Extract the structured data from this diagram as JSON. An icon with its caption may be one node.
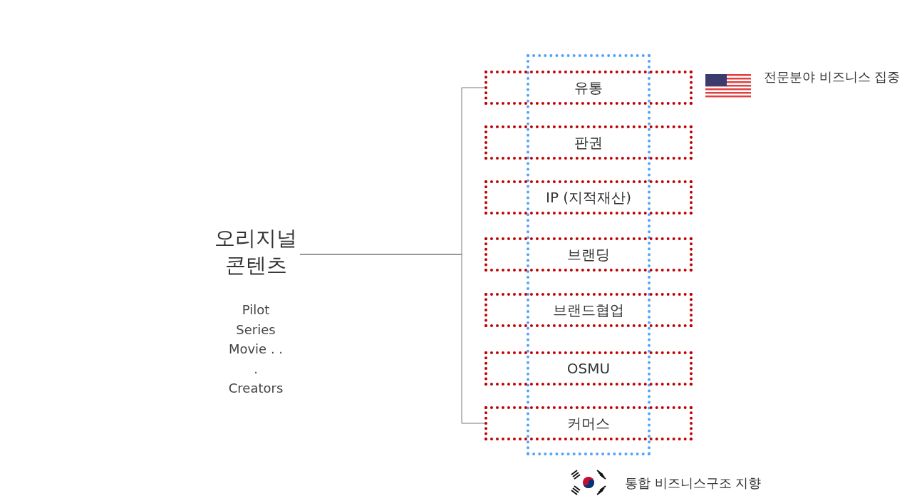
{
  "diagram": {
    "nodes": [
      {
        "text": [
          "오리지널 콘텐츠",
          "Pilot Series Movie . . . Creators"
        ]
      },
      {
        "text": [],
        "shape": "box"
      },
      {
        "text": [
          "유통"
        ]
      },
      {
        "text": [
          "판권"
        ]
      },
      {
        "text": [
          "IP (지적재산)"
        ]
      },
      {
        "text": [
          "브랜딩"
        ]
      },
      {
        "text": [
          "브랜드협업"
        ]
      },
      {
        "text": [
          "OSMU"
        ]
      },
      {
        "text": [
          "커머스"
        ]
      }
    ],
    "edges": [
      {
        "from": 0,
        "to": 2,
        "arrow": "none"
      },
      {
        "from": 0,
        "to": 8,
        "arrow": "none"
      }
    ],
    "labels": [
      "전문분야 비즈니스 집중",
      "통합 비즈니스구조 지향"
    ]
  }
}
